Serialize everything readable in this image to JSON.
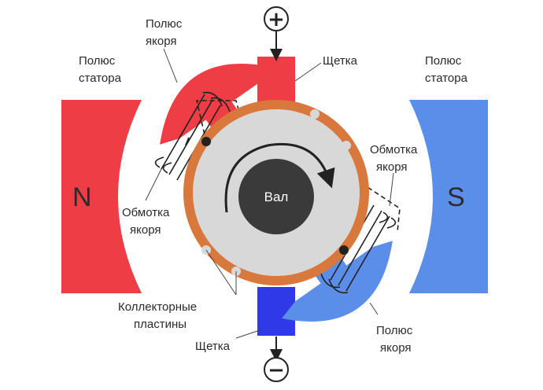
{
  "colors": {
    "north": "#ee3d44",
    "south": "#5b8ee8",
    "brush_top": "#ee3d44",
    "brush_bottom": "#2f39e8",
    "commutator": "#d8783c",
    "rotor": "#d8d8d8",
    "shaft": "#3a3a3a"
  },
  "labels": {
    "stator_pole_left": [
      "Полюс",
      "статора"
    ],
    "stator_pole_right": [
      "Полюс",
      "статора"
    ],
    "armature_pole_top": [
      "Полюс",
      "якоря"
    ],
    "armature_pole_bottom": [
      "Полюс",
      "якоря"
    ],
    "brush_top": "Щетка",
    "brush_bottom": "Щетка",
    "winding_left": [
      "Обмотка",
      "якоря"
    ],
    "winding_right": [
      "Обмотка",
      "якоря"
    ],
    "commutator_plates": [
      "Коллекторные",
      "пластины"
    ],
    "shaft": "Вал",
    "north": "N",
    "south": "S",
    "plus": "+",
    "minus": "−"
  }
}
